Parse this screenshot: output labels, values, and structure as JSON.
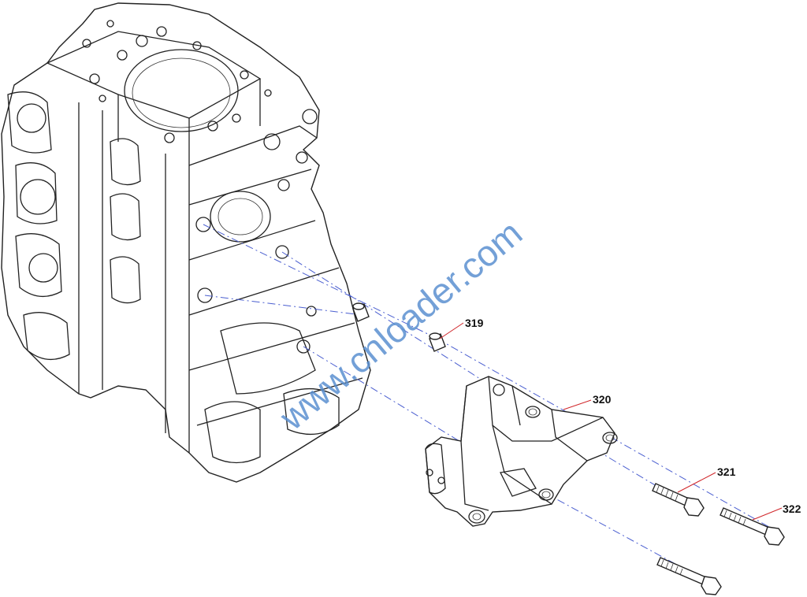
{
  "diagram": {
    "type": "exploded-parts-view",
    "watermark": "www.cnloader.com",
    "callouts": [
      {
        "id": "319",
        "label": "319"
      },
      {
        "id": "320",
        "label": "320"
      },
      {
        "id": "321",
        "label": "321"
      },
      {
        "id": "322",
        "label": "322"
      }
    ],
    "colors": {
      "line_art": "#222222",
      "assembly_axis": "#4b5fd0",
      "leader_line": "#d0262a",
      "watermark": "#5a8fd0"
    }
  }
}
